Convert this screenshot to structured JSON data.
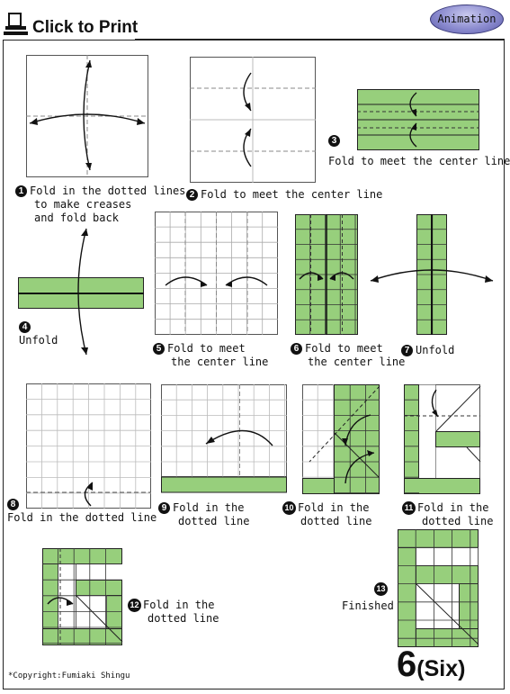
{
  "header": {
    "title": "Click to Print",
    "animation_button": "Animation"
  },
  "steps": [
    {
      "num": "1",
      "lines": [
        "Fold in the dotted lines",
        "to make creases",
        "and fold back"
      ]
    },
    {
      "num": "2",
      "lines": [
        "Fold to meet the center line"
      ]
    },
    {
      "num": "3",
      "lines": [
        "Fold to meet the center line"
      ]
    },
    {
      "num": "4",
      "lines": [
        "Unfold"
      ]
    },
    {
      "num": "5",
      "lines": [
        "Fold to meet",
        "the center line"
      ]
    },
    {
      "num": "6",
      "lines": [
        "Fold to meet",
        "the center line"
      ]
    },
    {
      "num": "7",
      "lines": [
        "Unfold"
      ]
    },
    {
      "num": "8",
      "lines": [
        "Fold in the dotted line"
      ]
    },
    {
      "num": "9",
      "lines": [
        "Fold in the",
        "dotted line"
      ]
    },
    {
      "num": "10",
      "lines": [
        "Fold in the",
        "dotted line"
      ]
    },
    {
      "num": "11",
      "lines": [
        "Fold in the",
        "dotted line"
      ]
    },
    {
      "num": "12",
      "lines": [
        "Fold in the",
        "dotted line"
      ]
    },
    {
      "num": "13",
      "lines": [
        "Finished"
      ]
    }
  ],
  "result": {
    "digit": "6",
    "word": "(Six)"
  },
  "copyright": "*Copyright:Fumiaki Shingu",
  "colors": {
    "paper_green": "#97cf7c",
    "grid_line": "#222222",
    "dash_line": "#888888",
    "button": "#8b8bcf"
  }
}
